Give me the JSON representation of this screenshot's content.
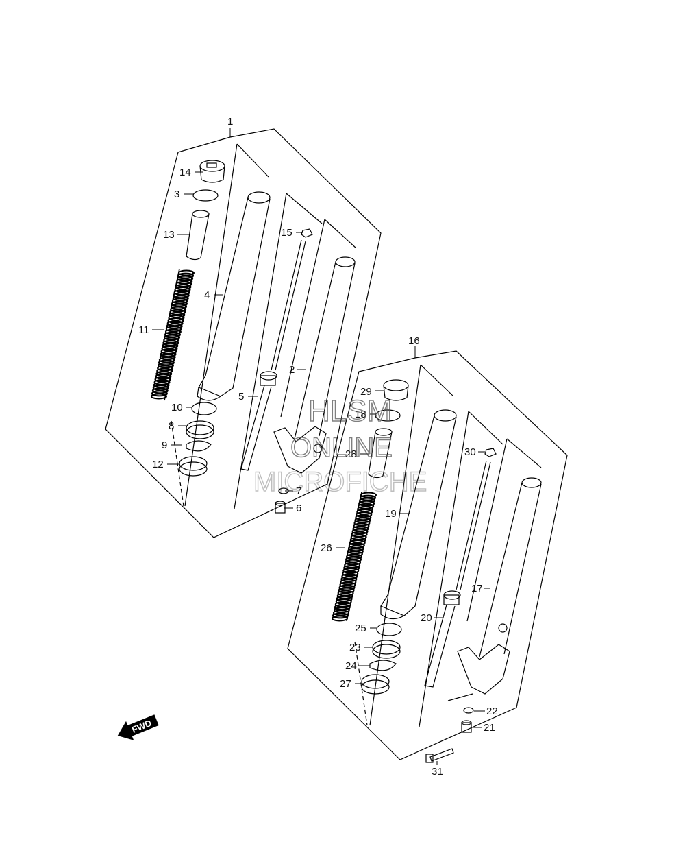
{
  "labels": {
    "l1": "1",
    "l2": "2",
    "l3": "3",
    "l4": "4",
    "l5": "5",
    "l6": "6",
    "l7": "7",
    "l8": "8",
    "l9": "9",
    "l10": "10",
    "l11": "11",
    "l12": "12",
    "l13": "13",
    "l14": "14",
    "l15": "15",
    "l16": "16",
    "l17": "17",
    "l18": "18",
    "l19": "19",
    "l20": "20",
    "l21": "21",
    "l22": "22",
    "l23": "23",
    "l24": "24",
    "l25": "25",
    "l26": "26",
    "l27": "27",
    "l28": "28",
    "l29": "29",
    "l30": "30",
    "l31": "31"
  },
  "watermark": {
    "line1": "HLSM",
    "line2": "ONLINE",
    "line3": "MICROFICHE"
  },
  "direction_arrow": "FWD"
}
